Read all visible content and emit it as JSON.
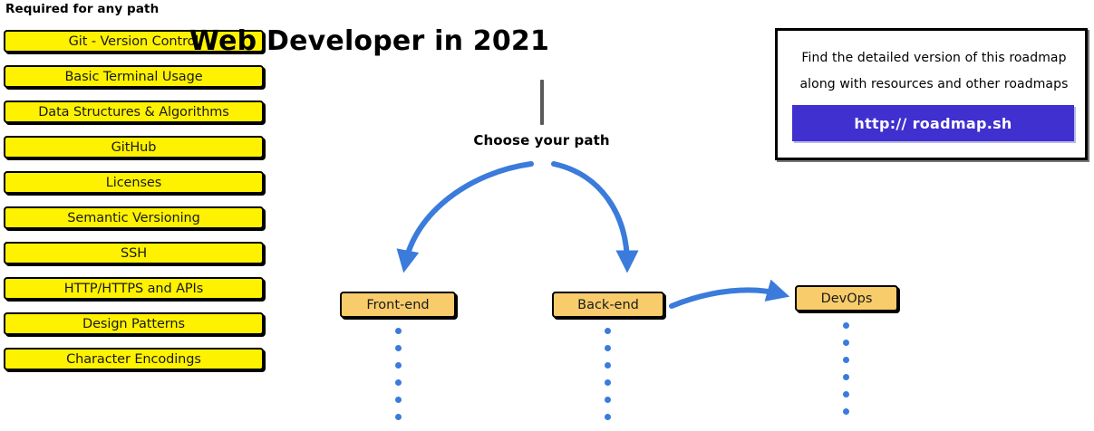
{
  "left_column": {
    "heading": "Required for any path",
    "items": [
      {
        "label": "Git - Version Control"
      },
      {
        "label": "Basic Terminal Usage"
      },
      {
        "label": "Data Structures & Algorithms"
      },
      {
        "label": "GitHub"
      },
      {
        "label": "Licenses"
      },
      {
        "label": "Semantic Versioning"
      },
      {
        "label": "SSH"
      },
      {
        "label": "HTTP/HTTPS and APIs"
      },
      {
        "label": "Design Patterns"
      },
      {
        "label": "Character Encodings"
      }
    ]
  },
  "center": {
    "title": "Web Developer in 2021",
    "choose_label": "Choose your path",
    "nodes": [
      {
        "label": "Front-end"
      },
      {
        "label": "Back-end"
      },
      {
        "label": "DevOps"
      }
    ]
  },
  "info_box": {
    "line1": "Find the detailed version of this roadmap",
    "line2": "along with resources and other roadmaps",
    "button_label": "http:// roadmap.sh"
  },
  "colors": {
    "required_box_fill": "#FFF200",
    "path_node_fill": "#F8CC6B",
    "arrow_blue": "#3A7BDB",
    "button_blue": "#4030CF",
    "stem_gray": "#595959",
    "outline_black": "#000000"
  }
}
